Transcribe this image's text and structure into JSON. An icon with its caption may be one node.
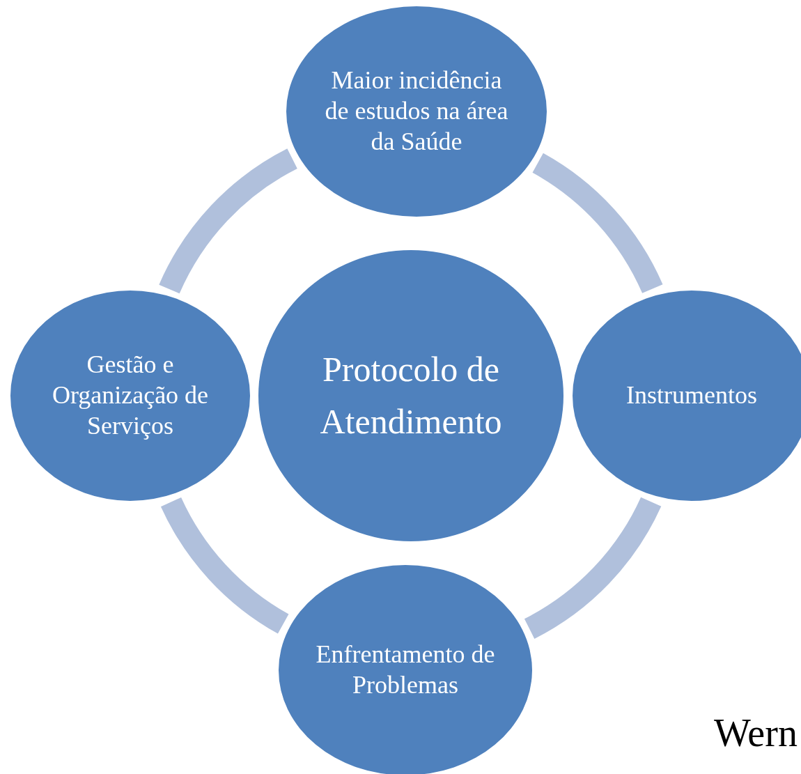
{
  "diagram": {
    "nodes": [
      {
        "text": [
          "Maior incidência de estudos na área da Saúde"
        ]
      },
      {
        "text": [
          "Gestão e Organização de Serviços"
        ]
      },
      {
        "text": [
          "Protocolo de Atendimento"
        ]
      },
      {
        "text": [
          "Instrumentos"
        ]
      },
      {
        "text": [
          "Enfrentamento de Problemas"
        ]
      }
    ],
    "edges": [
      {
        "from": 0,
        "to": 3,
        "arrow": "none"
      },
      {
        "from": 3,
        "to": 4,
        "arrow": "none"
      },
      {
        "from": 4,
        "to": 1,
        "arrow": "none"
      },
      {
        "from": 1,
        "to": 0,
        "arrow": "none"
      }
    ],
    "labels": [
      "Wern"
    ]
  }
}
